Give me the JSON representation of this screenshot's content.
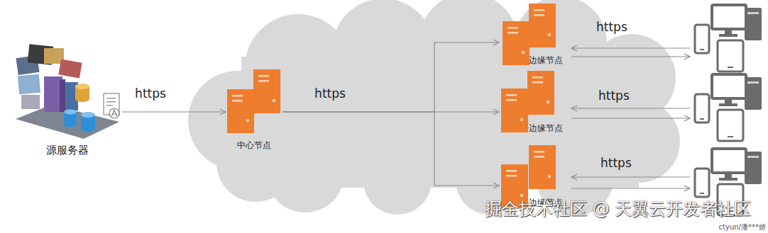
{
  "diagram": {
    "nodes": [
      {
        "text": [
          "源服务器"
        ]
      },
      {
        "text": [
          "中心节点"
        ]
      },
      {
        "text": [
          "边缘节点"
        ]
      },
      {
        "text": [
          "边缘节点"
        ]
      },
      {
        "text": [
          "边缘节点"
        ]
      }
    ],
    "edges": [
      {
        "from": 0,
        "to": 1,
        "label": "https",
        "arrow": "to"
      },
      {
        "from": 1,
        "to": 2,
        "arrow": "to"
      },
      {
        "from": 1,
        "to": 3,
        "label": "https",
        "arrow": "to"
      },
      {
        "from": 1,
        "to": 4,
        "arrow": "to"
      }
    ],
    "labels": [
      "https",
      "https",
      "https",
      "掘金技术社区 @ 天翼云开发者社区",
      "ctyun/潘***婧"
    ]
  }
}
